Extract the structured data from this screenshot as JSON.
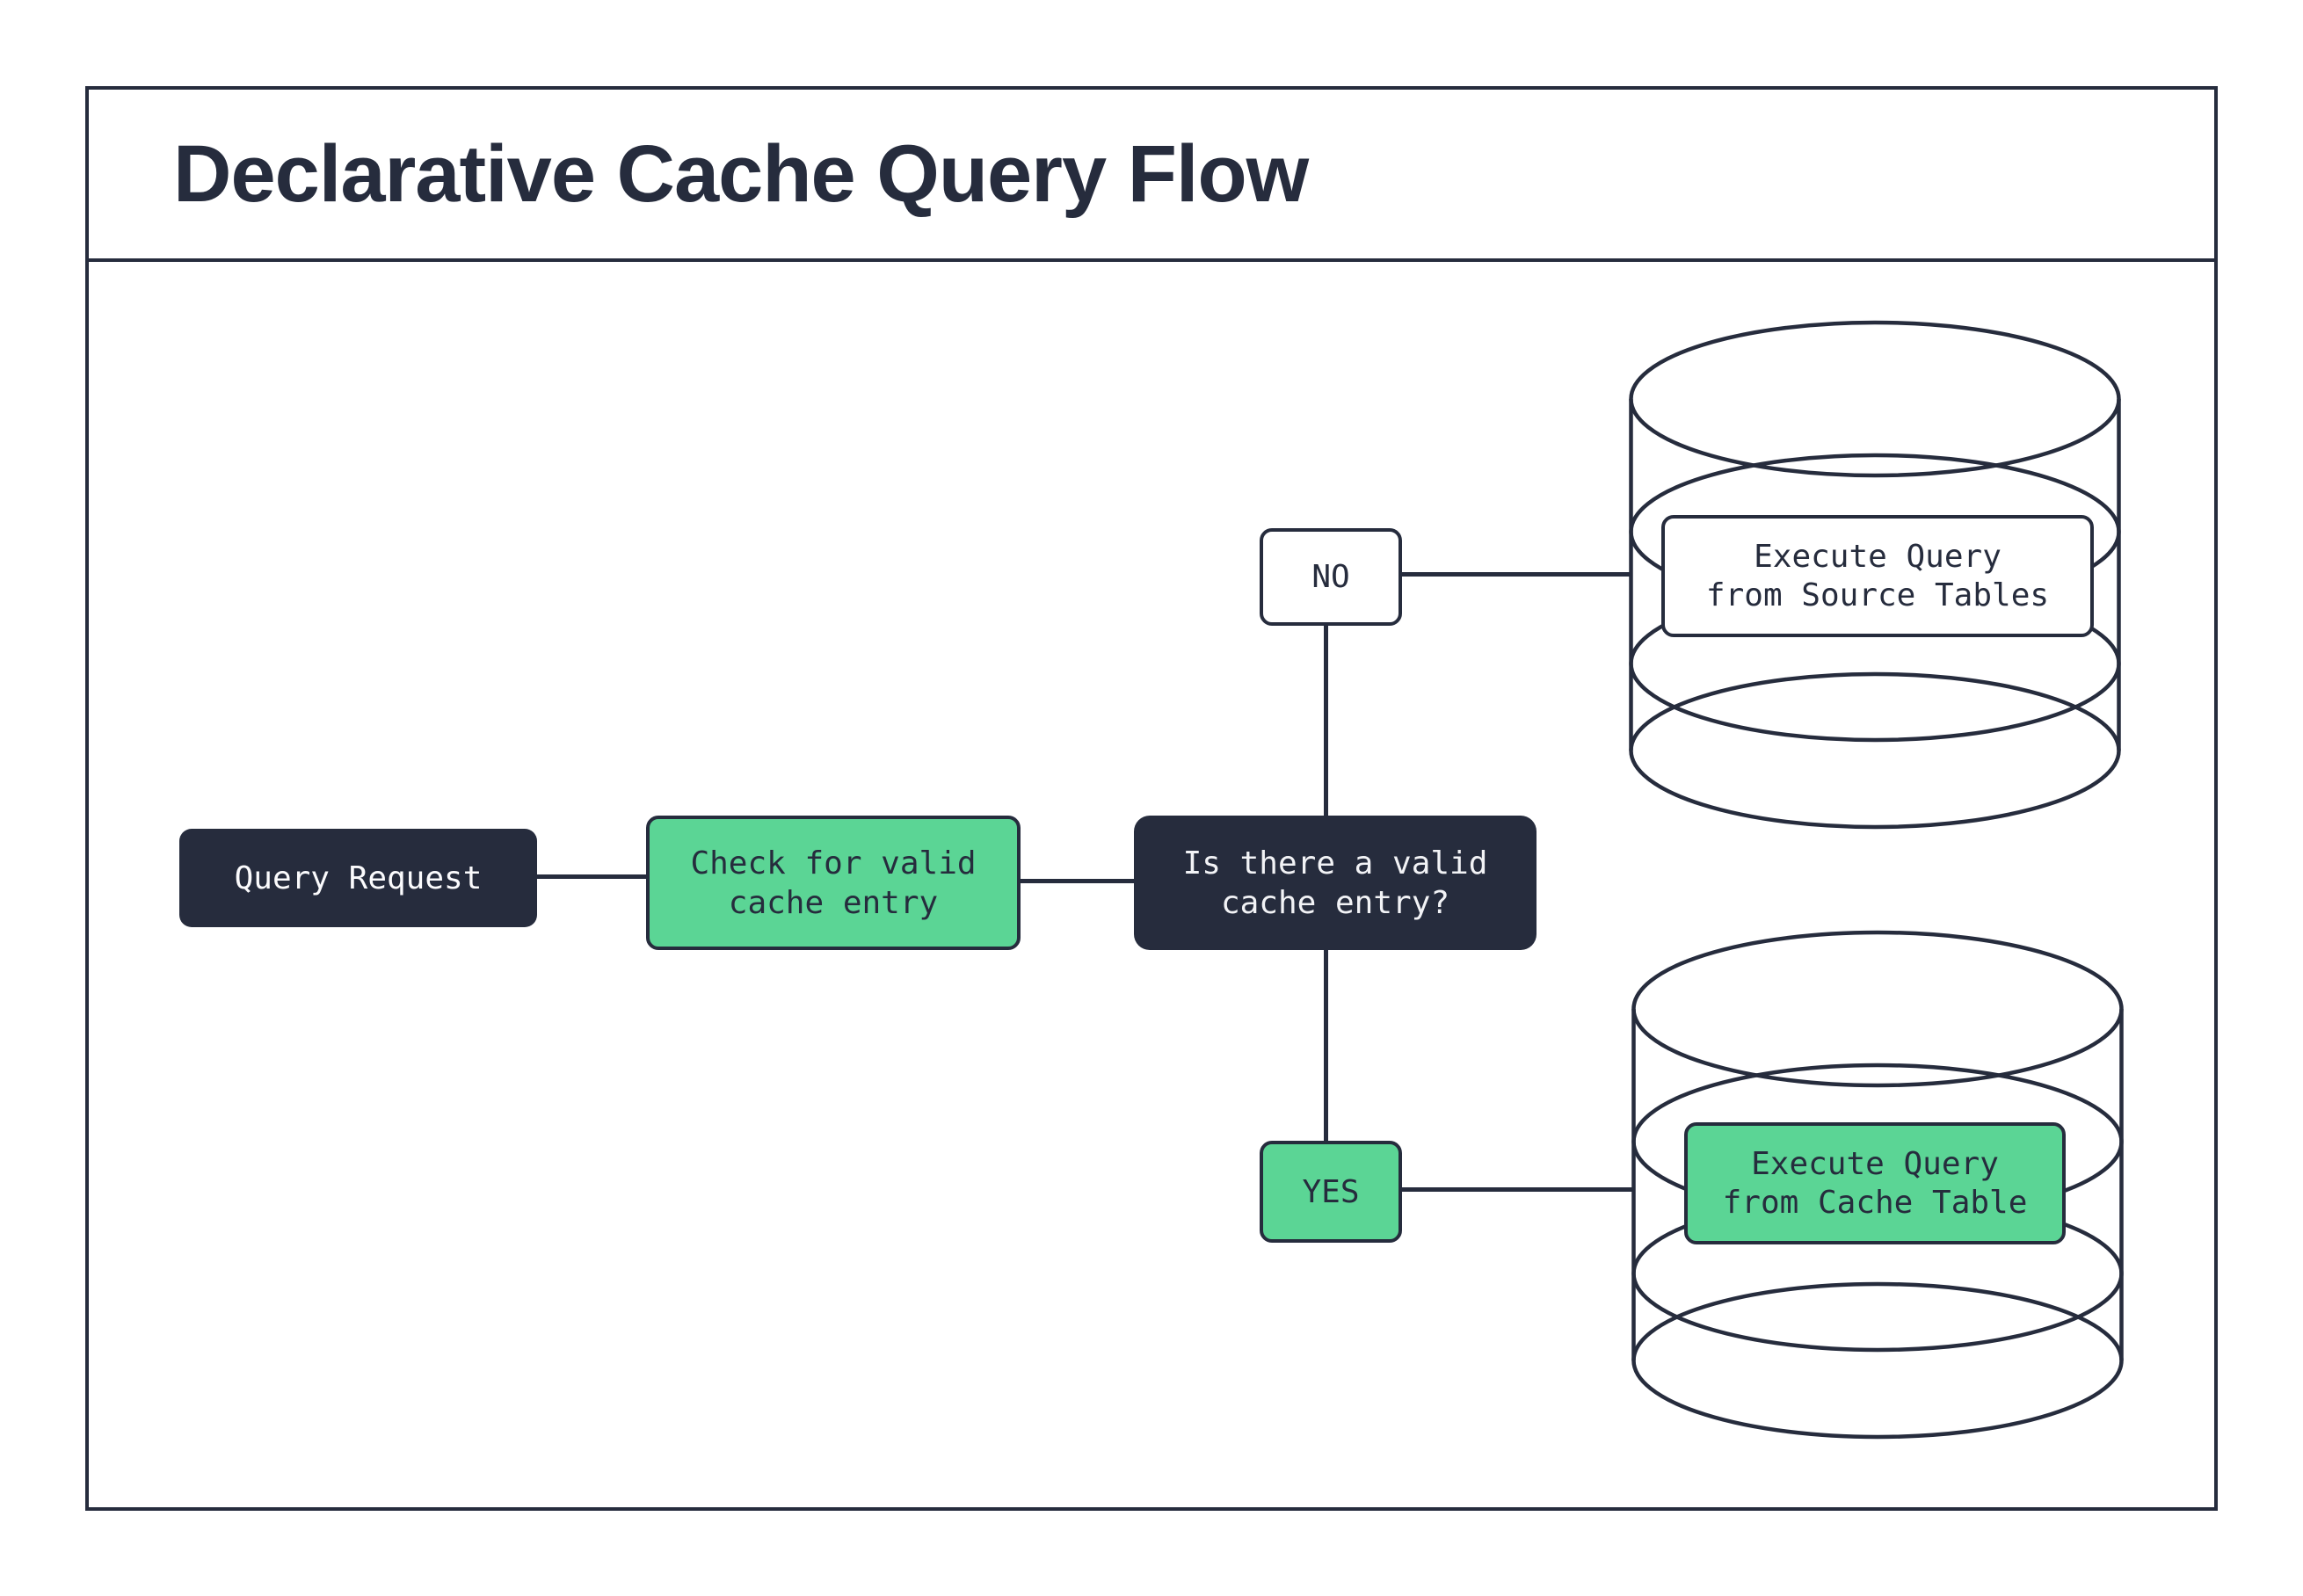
{
  "title": "Declarative Cache Query Flow",
  "colors": {
    "ink": "#262c3d",
    "green": "#5bd595",
    "paper": "#ffffff",
    "light_text": "#f2f3f6"
  },
  "flowchart": {
    "query_request": {
      "label": "Query Request"
    },
    "check_cache": {
      "line1": "Check for valid",
      "line2": "cache entry"
    },
    "decision": {
      "line1": "Is there a valid",
      "line2": "cache entry?"
    },
    "branch_no": {
      "label": "NO"
    },
    "branch_yes": {
      "label": "YES"
    },
    "source_db": {
      "line1": "Execute Query",
      "line2": "from Source Tables"
    },
    "cache_db": {
      "line1": "Execute Query",
      "line2": "from Cache Table"
    }
  }
}
